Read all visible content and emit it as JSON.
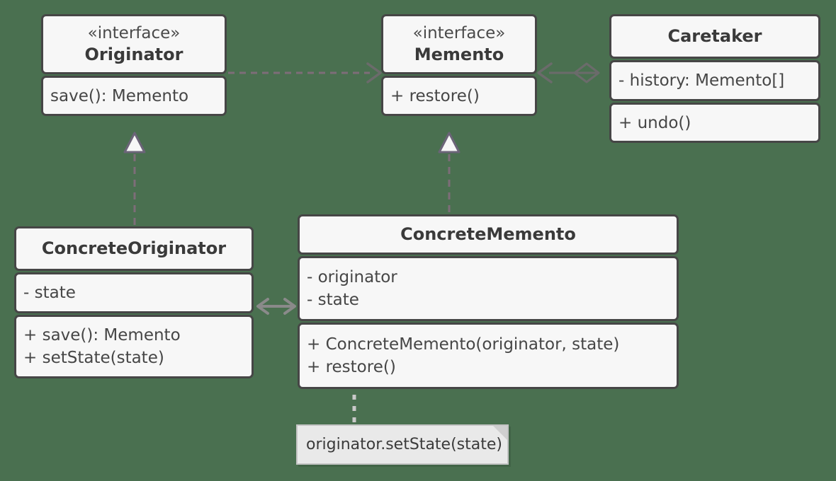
{
  "diagram": {
    "title": "Memento design pattern UML class diagram",
    "background_color": "#4a7050",
    "box_fill": "#f7f7f7",
    "box_border": "#464646",
    "text_color": "#3b3b3b",
    "connector_solid_color": "#6b6b6b",
    "connector_dashed_color": "#7d6d78",
    "note_fill": "#e9e9e9",
    "note_border": "#c4c4c4"
  },
  "classes": {
    "originator": {
      "stereotype": "«interface»",
      "name": "Originator",
      "members": [
        "save(): Memento"
      ]
    },
    "memento": {
      "stereotype": "«interface»",
      "name": "Memento",
      "members": [
        "+ restore()"
      ]
    },
    "caretaker": {
      "name": "Caretaker",
      "attributes": [
        "- history: Memento[]"
      ],
      "methods": [
        "+ undo()"
      ]
    },
    "concrete_originator": {
      "name": "ConcreteOriginator",
      "attributes": [
        "- state"
      ],
      "methods": [
        "+ save(): Memento",
        "+ setState(state)"
      ]
    },
    "concrete_memento": {
      "name": "ConcreteMemento",
      "attributes": [
        "- originator",
        "- state"
      ],
      "methods": [
        "+ ConcreteMemento(originator, state)",
        "+ restore()"
      ]
    }
  },
  "note": {
    "text": "originator.setState(state)"
  },
  "relations": [
    {
      "name": "originator-depends-on-memento",
      "type": "dependency",
      "from": "Originator",
      "to": "Memento",
      "style": "dashed-open-arrow"
    },
    {
      "name": "caretaker-aggregates-memento",
      "type": "aggregation",
      "from": "Caretaker",
      "to": "Memento",
      "style": "solid-open-arrow-hollow-diamond"
    },
    {
      "name": "concreteoriginator-realizes-originator",
      "type": "realization",
      "from": "ConcreteOriginator",
      "to": "Originator",
      "style": "dashed-hollow-triangle"
    },
    {
      "name": "concretememento-realizes-memento",
      "type": "realization",
      "from": "ConcreteMemento",
      "to": "Memento",
      "style": "dashed-hollow-triangle"
    },
    {
      "name": "concreteoriginator-association-concretememento",
      "type": "association",
      "from": "ConcreteOriginator",
      "to": "ConcreteMemento",
      "style": "solid-bidirectional-arrow"
    },
    {
      "name": "note-anchor-concretememento",
      "type": "note-link",
      "from": "ConcreteMemento",
      "to": "note",
      "style": "dashed-line"
    }
  ]
}
